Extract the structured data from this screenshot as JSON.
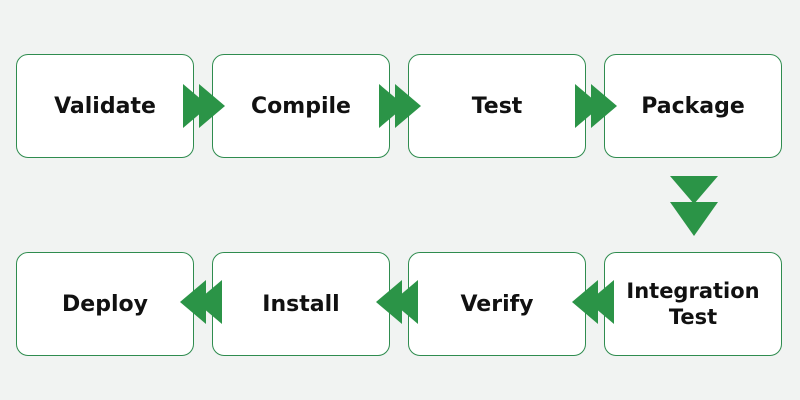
{
  "colors": {
    "background": "#f1f3f2",
    "box_fill": "#ffffff",
    "box_border": "#2f8c4f",
    "arrow": "#2b9447",
    "text": "#111111"
  },
  "steps": [
    {
      "id": "validate",
      "label": "Validate"
    },
    {
      "id": "compile",
      "label": "Compile"
    },
    {
      "id": "test",
      "label": "Test"
    },
    {
      "id": "package",
      "label": "Package"
    },
    {
      "id": "integration-test",
      "label": "Integration Test"
    },
    {
      "id": "verify",
      "label": "Verify"
    },
    {
      "id": "install",
      "label": "Install"
    },
    {
      "id": "deploy",
      "label": "Deploy"
    }
  ],
  "connectors": [
    {
      "from": "validate",
      "to": "compile",
      "icon": "double-chevron-right-icon"
    },
    {
      "from": "compile",
      "to": "test",
      "icon": "double-chevron-right-icon"
    },
    {
      "from": "test",
      "to": "package",
      "icon": "double-chevron-right-icon"
    },
    {
      "from": "package",
      "to": "integration-test",
      "icon": "double-chevron-down-icon"
    },
    {
      "from": "integration-test",
      "to": "verify",
      "icon": "double-chevron-left-icon"
    },
    {
      "from": "verify",
      "to": "install",
      "icon": "double-chevron-left-icon"
    },
    {
      "from": "install",
      "to": "deploy",
      "icon": "double-chevron-left-icon"
    }
  ]
}
